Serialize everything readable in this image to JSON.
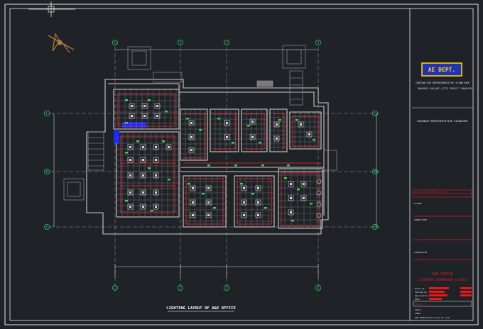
{
  "grid_bubbles": {
    "top": [
      "1",
      "2",
      "3",
      "4"
    ],
    "bottom": [
      "1",
      "2",
      "3",
      "4"
    ],
    "left": [
      "C",
      "B",
      "A"
    ],
    "right": [
      "C",
      "B",
      "A"
    ]
  },
  "plan_title": "LIGHTING LAYOUT OF A&E OFFICE",
  "title_block": {
    "logo_text": "AE DEPT.",
    "contractor_sig": "CONTRACTOR REPRESENTATIVE SIGNATURE",
    "contractor_name": "MOHAMED SHALABI (SITE PROJECT MANAGER)",
    "engineer_sig": "ENGINEER REPRESENTATIVE SIGNATURE",
    "revision_header": "REV  DATE  DESCRIPTION  BY  CHK",
    "label_client": "CLIENT",
    "label_consultant": "CONSULTANT",
    "label_contractor": "CONTRACTOR",
    "project_line1": "A&E OFFICE",
    "project_line2": "LIGHTING DIMENSION LAYOUT",
    "drawn": "Drawn by",
    "checked": "Checked by",
    "approved": "Approved by",
    "date": "Date",
    "drawing_no": "DWG NO.",
    "scale": "SCALE",
    "sheet": "SHEET",
    "footer": "A&E OFFICE  PLOT scale  A1 1:50"
  },
  "colors": {
    "background": "#1f2328",
    "frame": "#e6e6e6",
    "wall": "#c8c8c8",
    "grid": "#9a9a9a",
    "bubble": "#25d05a",
    "wire": "#ff2a2a",
    "fixture": "#33dd44",
    "title_red": "#e81818",
    "logo_yellow": "#ffd000",
    "logo_blue": "#2233bb",
    "compass": "#b07a3a"
  }
}
